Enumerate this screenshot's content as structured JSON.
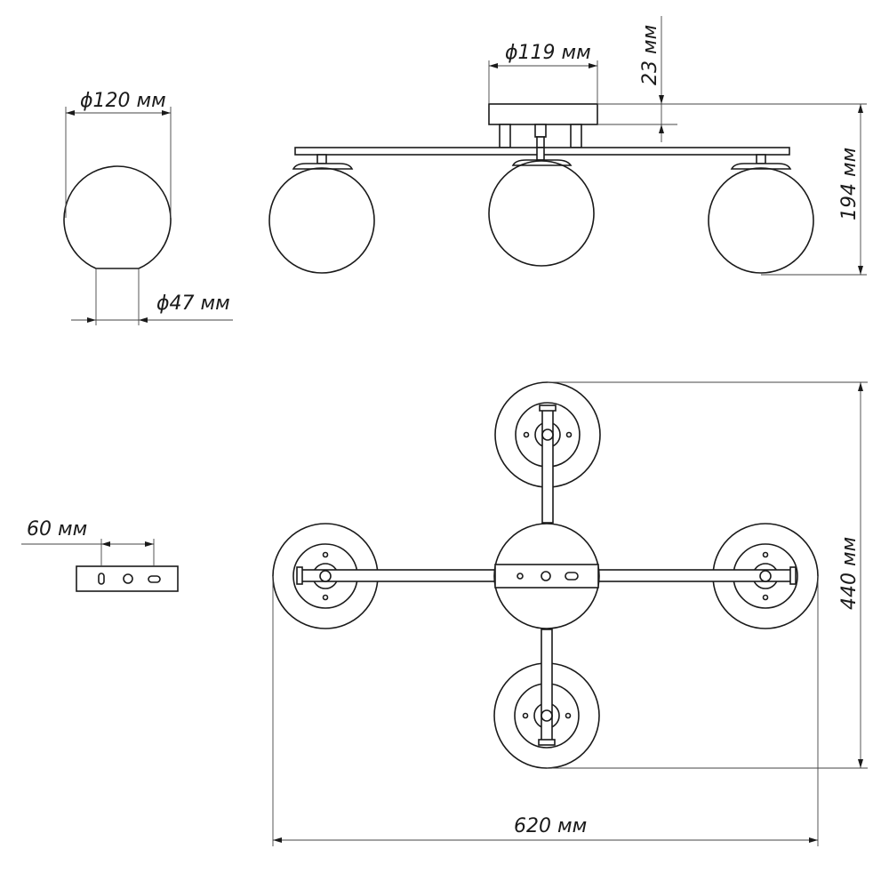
{
  "dimensions": {
    "shade_diameter": "ϕ120 мм",
    "shade_opening": "ϕ47 мм",
    "canopy_diameter": "ϕ119 мм",
    "canopy_height": "23 мм",
    "total_height": "194 мм",
    "mount_spacing": "60 мм",
    "total_depth": "440 мм",
    "total_width": "620 мм"
  },
  "colors": {
    "line": "#1a1a1a",
    "background": "#ffffff"
  }
}
